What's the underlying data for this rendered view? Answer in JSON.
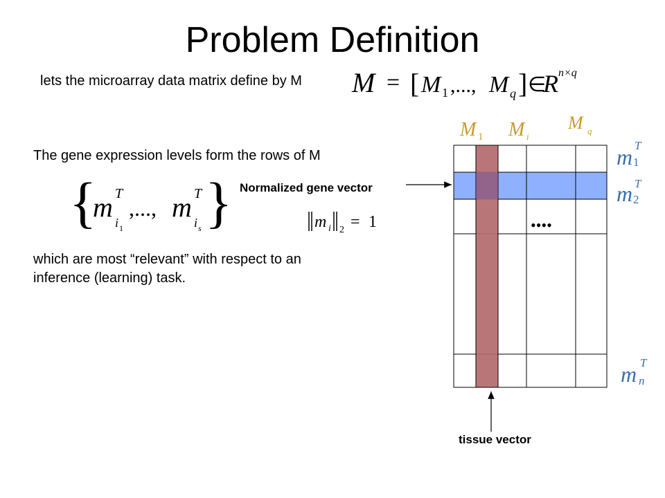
{
  "slide": {
    "title": "Problem Definition",
    "intro": "lets the microarray data matrix define by M",
    "rows_text": "The gene expression levels form the rows of M",
    "relevance_text_line1": "which are most “relevant” with respect to an",
    "relevance_text_line2": "inference (learning) task."
  },
  "diagram": {
    "gene_vector_label": "Normalized gene vector",
    "tissue_vector_label": "tissue vector",
    "dots": "••••"
  },
  "colors": {
    "column_highlight": "#b36a6e",
    "row_highlight": "#8fb0ff",
    "math_blue": "#3a6fb0",
    "math_gold": "#c59b2a"
  }
}
